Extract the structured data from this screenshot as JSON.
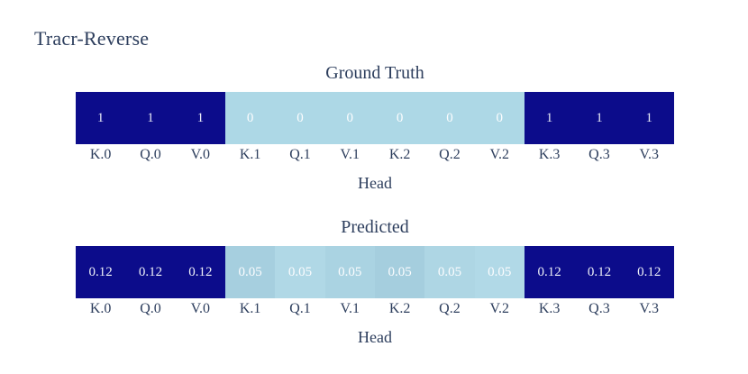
{
  "figure_title": "Tracr-Reverse",
  "colors": {
    "background": "#ffffff",
    "navy_high": "#0c0c8b",
    "light_blue_low": "#add8e6",
    "label_text": "#2d3e5d",
    "value_text_on_navy": "#e9ecf6",
    "value_text_on_light": "#fdfdfe"
  },
  "axis": {
    "label": "Head",
    "categories": [
      "K.0",
      "Q.0",
      "V.0",
      "K.1",
      "Q.1",
      "V.1",
      "K.2",
      "Q.2",
      "V.2",
      "K.3",
      "Q.3",
      "V.3"
    ]
  },
  "charts": [
    {
      "title": "Ground Truth",
      "cells": [
        {
          "value": "1",
          "color": "#0c0c8b",
          "text_color": "#e9ecf6"
        },
        {
          "value": "1",
          "color": "#0c0c8b",
          "text_color": "#e9ecf6"
        },
        {
          "value": "1",
          "color": "#0c0c8b",
          "text_color": "#e9ecf6"
        },
        {
          "value": "0",
          "color": "#add8e6",
          "text_color": "#fdfdfe"
        },
        {
          "value": "0",
          "color": "#add8e6",
          "text_color": "#fdfdfe"
        },
        {
          "value": "0",
          "color": "#add8e6",
          "text_color": "#fdfdfe"
        },
        {
          "value": "0",
          "color": "#add8e6",
          "text_color": "#fdfdfe"
        },
        {
          "value": "0",
          "color": "#add8e6",
          "text_color": "#fdfdfe"
        },
        {
          "value": "0",
          "color": "#add8e6",
          "text_color": "#fdfdfe"
        },
        {
          "value": "1",
          "color": "#0c0c8b",
          "text_color": "#e9ecf6"
        },
        {
          "value": "1",
          "color": "#0c0c8b",
          "text_color": "#e9ecf6"
        },
        {
          "value": "1",
          "color": "#0c0c8b",
          "text_color": "#e9ecf6"
        }
      ]
    },
    {
      "title": "Predicted",
      "cells": [
        {
          "value": "0.12",
          "color": "#0c0c8b",
          "text_color": "#eef1f8"
        },
        {
          "value": "0.12",
          "color": "#0c0c8b",
          "text_color": "#eef1f8"
        },
        {
          "value": "0.12",
          "color": "#0c0c8b",
          "text_color": "#eef1f8"
        },
        {
          "value": "0.05",
          "color": "#a6cfdf",
          "text_color": "#fbfcfe"
        },
        {
          "value": "0.05",
          "color": "#b0d8e6",
          "text_color": "#fbfcfe"
        },
        {
          "value": "0.05",
          "color": "#aad3e2",
          "text_color": "#fbfcfe"
        },
        {
          "value": "0.05",
          "color": "#a5cede",
          "text_color": "#fbfcfe"
        },
        {
          "value": "0.05",
          "color": "#aed6e4",
          "text_color": "#fbfcfe"
        },
        {
          "value": "0.05",
          "color": "#b1d9e7",
          "text_color": "#fbfcfe"
        },
        {
          "value": "0.12",
          "color": "#0c0c8b",
          "text_color": "#eef1f8"
        },
        {
          "value": "0.12",
          "color": "#0c0c8b",
          "text_color": "#eef1f8"
        },
        {
          "value": "0.12",
          "color": "#0c0c8b",
          "text_color": "#eef1f8"
        }
      ]
    }
  ],
  "chart_data": [
    {
      "type": "heatmap",
      "title": "Ground Truth",
      "x": [
        "K.0",
        "Q.0",
        "V.0",
        "K.1",
        "Q.1",
        "V.1",
        "K.2",
        "Q.2",
        "V.2",
        "K.3",
        "Q.3",
        "V.3"
      ],
      "values": [
        1,
        1,
        1,
        0,
        0,
        0,
        0,
        0,
        0,
        1,
        1,
        1
      ],
      "xlabel": "Head",
      "ylabel": "",
      "legend": "none",
      "colorscale": {
        "low": "#add8e6",
        "high": "#0c0c8b"
      }
    },
    {
      "type": "heatmap",
      "title": "Predicted",
      "x": [
        "K.0",
        "Q.0",
        "V.0",
        "K.1",
        "Q.1",
        "V.1",
        "K.2",
        "Q.2",
        "V.2",
        "K.3",
        "Q.3",
        "V.3"
      ],
      "values": [
        0.12,
        0.12,
        0.12,
        0.05,
        0.05,
        0.05,
        0.05,
        0.05,
        0.05,
        0.12,
        0.12,
        0.12
      ],
      "xlabel": "Head",
      "ylabel": "",
      "legend": "none",
      "colorscale": {
        "low": "#add8e6",
        "high": "#0c0c8b"
      }
    }
  ]
}
